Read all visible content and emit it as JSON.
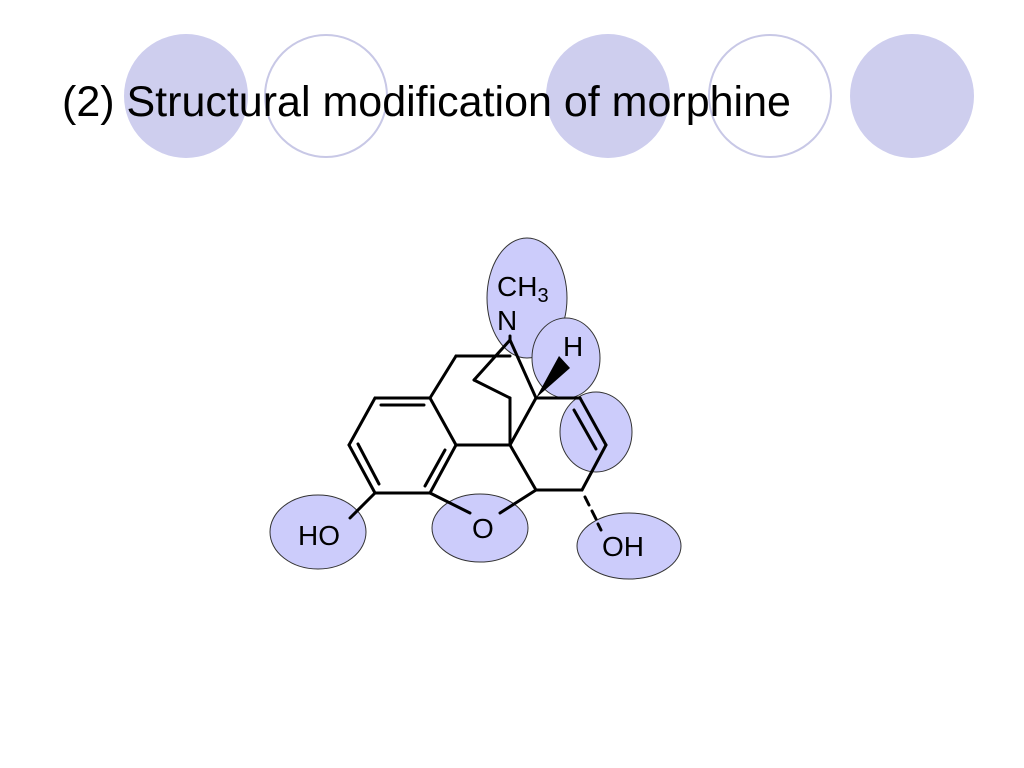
{
  "slide": {
    "title": "(2) Structural modification of morphine"
  },
  "molecule": {
    "name": "morphine",
    "labels": {
      "ch": "CH",
      "ch_sub": "3",
      "n": "N",
      "h": "H",
      "o": "O",
      "ho": "HO",
      "oh": "OH"
    }
  },
  "colors": {
    "circle_fill": "#ceceee",
    "circle_outline": "#c8c8e6",
    "highlight_fill": "#ccccfb",
    "highlight_stroke": "#333333",
    "bond": "#000000"
  }
}
